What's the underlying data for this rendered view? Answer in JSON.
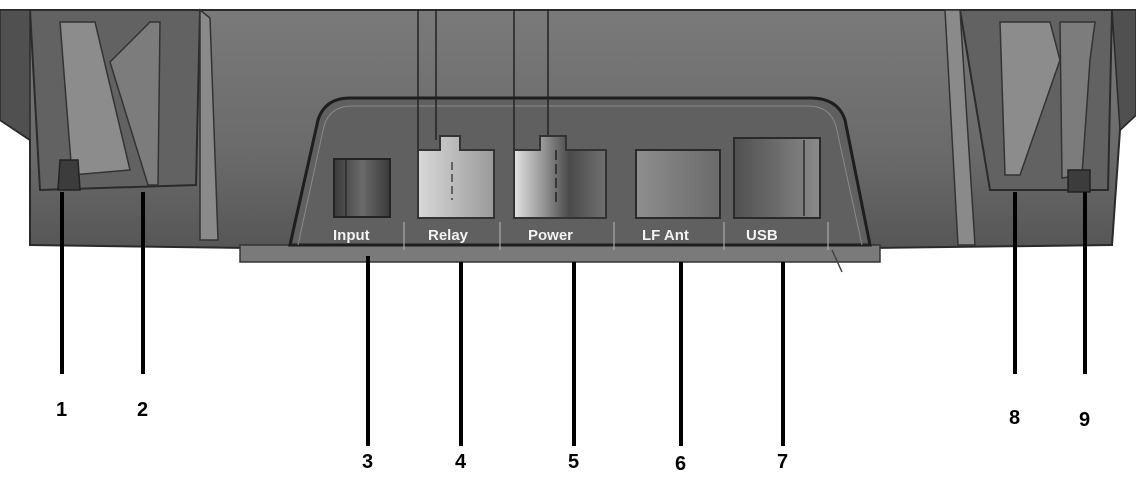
{
  "ports": [
    {
      "id": "input",
      "label": "Input"
    },
    {
      "id": "relay",
      "label": "Relay"
    },
    {
      "id": "power",
      "label": "Power"
    },
    {
      "id": "lf-ant",
      "label": "LF Ant"
    },
    {
      "id": "usb",
      "label": "USB"
    }
  ],
  "callouts": [
    "1",
    "2",
    "3",
    "4",
    "5",
    "6",
    "7",
    "8",
    "9"
  ],
  "colors": {
    "housing": "#6e6e6e",
    "housing_dark": "#4a4a4a",
    "panel": "#5c5c5c",
    "leader": "#000000"
  }
}
